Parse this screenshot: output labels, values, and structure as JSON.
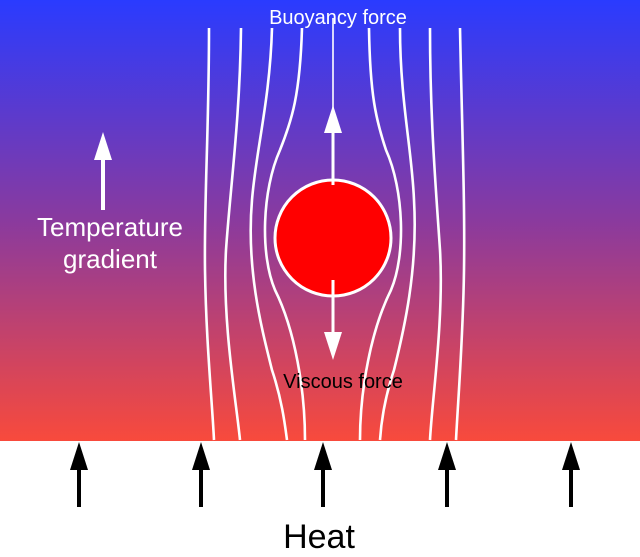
{
  "labels": {
    "buoyancy": "Buoyancy force",
    "viscous": "Viscous force",
    "gradient_line1": "Temperature",
    "gradient_line2": "gradient",
    "heat": "Heat"
  },
  "colors": {
    "gradient_top": "#2a3bff",
    "gradient_mid": "#8a3a9e",
    "gradient_bottom": "#f84a3c",
    "sphere": "#ff0000",
    "streamline": "#ffffff",
    "heat_arrow": "#000000"
  },
  "icons": {
    "heat_arrows": "up-arrow-icon",
    "gradient_arrow": "up-arrow-icon",
    "buoyancy_arrow": "up-arrow-icon",
    "viscous_arrow": "down-arrow-icon"
  }
}
